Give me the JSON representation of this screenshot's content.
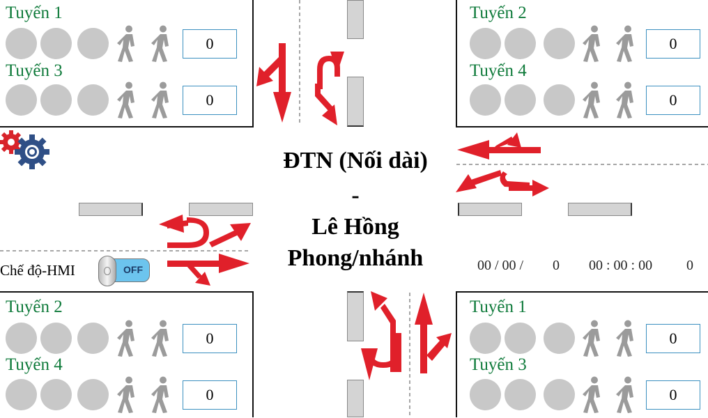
{
  "title": {
    "line1": "ĐTN (Nối dài)",
    "line2": "-",
    "line3": "Lê Hồng",
    "line4": "Phong/nhánh"
  },
  "mode": {
    "label": "Chế độ-HMI",
    "toggle_text": "OFF"
  },
  "clock": {
    "date": "00 / 00 /",
    "date_value": "0",
    "time": "00 : 00 : 00",
    "time_value": "0"
  },
  "panels": {
    "top_left": {
      "rows": [
        {
          "label": "Tuyến 1",
          "count": "0"
        },
        {
          "label": "Tuyến 3",
          "count": "0"
        }
      ]
    },
    "top_right": {
      "rows": [
        {
          "label": "Tuyến 2",
          "count": "0"
        },
        {
          "label": "Tuyến 4",
          "count": "0"
        }
      ]
    },
    "bottom_left": {
      "rows": [
        {
          "label": "Tuyến 2",
          "count": "0"
        },
        {
          "label": "Tuyến 4",
          "count": "0"
        }
      ]
    },
    "bottom_right": {
      "rows": [
        {
          "label": "Tuyến 1",
          "count": "0"
        },
        {
          "label": "Tuyến 3",
          "count": "0"
        }
      ]
    }
  },
  "colors": {
    "arrow": "#e0202a",
    "lamp_off": "#c8c8c8",
    "route_label": "#0e7a3a",
    "count_border": "#3a8fbf",
    "toggle": "#6cc4ee"
  },
  "icons": {
    "settings": "gears-icon",
    "pedestrian": "pedestrian-walking-icon"
  }
}
